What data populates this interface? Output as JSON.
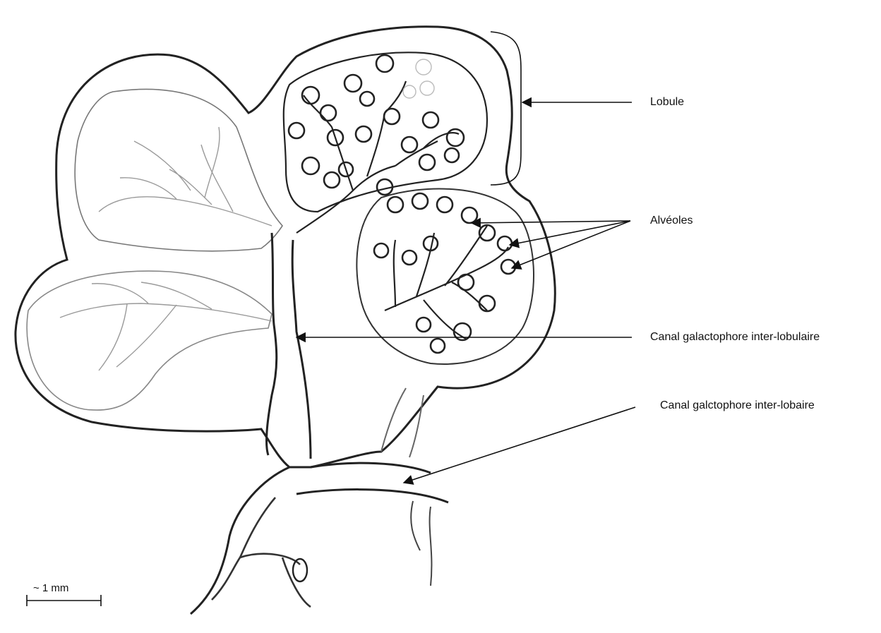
{
  "labels": {
    "lobule": "Lobule",
    "alveoles": "Alvéoles",
    "canal_interlobulaire": "Canal galactophore inter-lobulaire",
    "canal_interlobaire": "Canal galctophore inter-lobaire"
  },
  "scale_bar": {
    "label": "~ 1 mm"
  },
  "colors": {
    "ink": "#222222",
    "pencil": "#555555",
    "light_pencil": "#9a9a9a",
    "paper": "#ffffff"
  }
}
